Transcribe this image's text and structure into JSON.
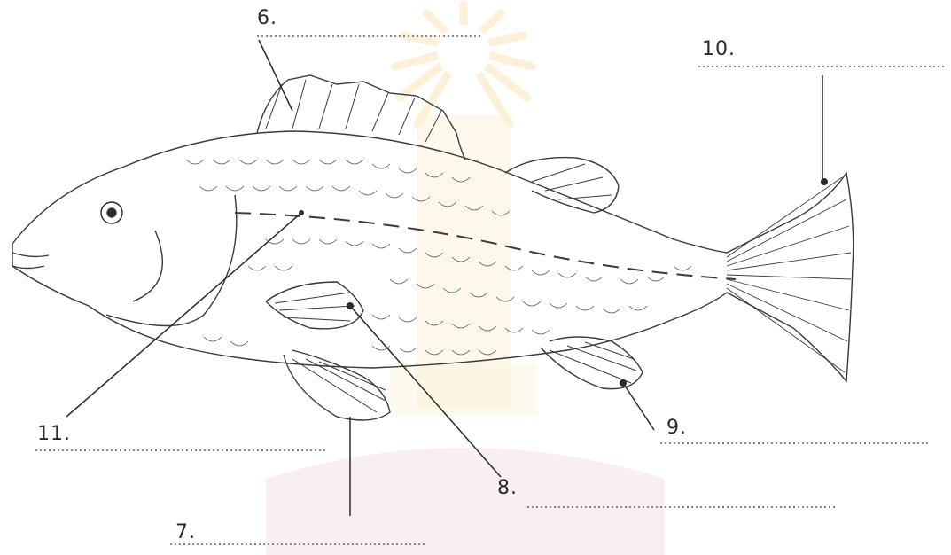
{
  "labels": {
    "l6": "6.",
    "l7": "7.",
    "l8": "8.",
    "l9": "9.",
    "l10": "10.",
    "l11": "11."
  },
  "colors": {
    "ink": "#2a2a2a",
    "watermark": "#f2c14e",
    "watermark_dark": "#b32a3a"
  }
}
